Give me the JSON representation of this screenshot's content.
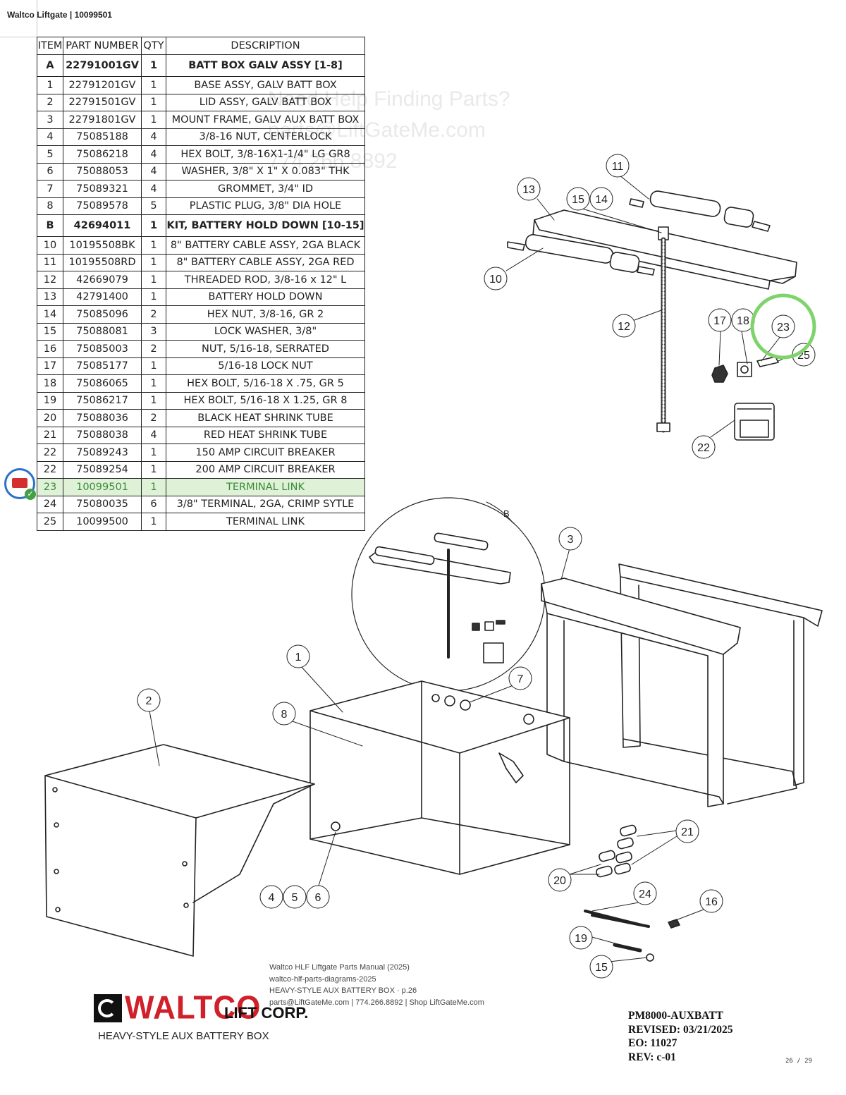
{
  "header": {
    "title": "Waltco Liftgate | 10099501"
  },
  "watermark": [
    "Need Help Finding Parts?",
    "parts@LiftGateMe.com",
    "774.266.8892"
  ],
  "table": {
    "headers": [
      "ITEM",
      "PART NUMBER",
      "QTY",
      "DESCRIPTION"
    ],
    "rows": [
      {
        "item": "A",
        "part": "22791001GV",
        "qty": "1",
        "desc": "BATT BOX GALV ASSY [1-8]",
        "bold": true
      },
      {
        "item": "1",
        "part": "22791201GV",
        "qty": "1",
        "desc": "BASE ASSY, GALV BATT BOX"
      },
      {
        "item": "2",
        "part": "22791501GV",
        "qty": "1",
        "desc": "LID ASSY, GALV BATT BOX"
      },
      {
        "item": "3",
        "part": "22791801GV",
        "qty": "1",
        "desc": "MOUNT FRAME, GALV AUX BATT BOX"
      },
      {
        "item": "4",
        "part": "75085188",
        "qty": "4",
        "desc": "3/8-16 NUT, CENTERLOCK"
      },
      {
        "item": "5",
        "part": "75086218",
        "qty": "4",
        "desc": "HEX BOLT, 3/8-16X1-1/4\" LG GR8"
      },
      {
        "item": "6",
        "part": "75088053",
        "qty": "4",
        "desc": "WASHER, 3/8\" X 1\" X 0.083\" THK"
      },
      {
        "item": "7",
        "part": "75089321",
        "qty": "4",
        "desc": "GROMMET, 3/4\" ID"
      },
      {
        "item": "8",
        "part": "75089578",
        "qty": "5",
        "desc": "PLASTIC PLUG, 3/8\" DIA HOLE"
      },
      {
        "item": "B",
        "part": "42694011",
        "qty": "1",
        "desc": "KIT, BATTERY HOLD DOWN [10-15]",
        "bold": true
      },
      {
        "item": "10",
        "part": "10195508BK",
        "qty": "1",
        "desc": "8\" BATTERY CABLE ASSY, 2GA BLACK"
      },
      {
        "item": "11",
        "part": "10195508RD",
        "qty": "1",
        "desc": "8\" BATTERY CABLE ASSY, 2GA RED"
      },
      {
        "item": "12",
        "part": "42669079",
        "qty": "1",
        "desc": "THREADED ROD, 3/8-16 x 12\" L"
      },
      {
        "item": "13",
        "part": "42791400",
        "qty": "1",
        "desc": "BATTERY HOLD DOWN"
      },
      {
        "item": "14",
        "part": "75085096",
        "qty": "2",
        "desc": "HEX NUT, 3/8-16, GR 2"
      },
      {
        "item": "15",
        "part": "75088081",
        "qty": "3",
        "desc": "LOCK WASHER, 3/8\""
      },
      {
        "item": "16",
        "part": "75085003",
        "qty": "2",
        "desc": "NUT, 5/16-18, SERRATED"
      },
      {
        "item": "17",
        "part": "75085177",
        "qty": "1",
        "desc": "5/16-18 LOCK NUT"
      },
      {
        "item": "18",
        "part": "75086065",
        "qty": "1",
        "desc": "HEX BOLT, 5/16-18 X .75, GR 5"
      },
      {
        "item": "19",
        "part": "75086217",
        "qty": "1",
        "desc": "HEX BOLT, 5/16-18 X 1.25, GR 8"
      },
      {
        "item": "20",
        "part": "75088036",
        "qty": "2",
        "desc": "BLACK HEAT SHRINK TUBE"
      },
      {
        "item": "21",
        "part": "75088038",
        "qty": "4",
        "desc": "RED HEAT SHRINK TUBE"
      },
      {
        "item": "22",
        "part": "75089243",
        "qty": "1",
        "desc": "150 AMP CIRCUIT BREAKER"
      },
      {
        "item": "22",
        "part": "75089254",
        "qty": "1",
        "desc": "200 AMP CIRCUIT BREAKER"
      },
      {
        "item": "23",
        "part": "10099501",
        "qty": "1",
        "desc": "TERMINAL LINK",
        "highlight": true
      },
      {
        "item": "24",
        "part": "75080035",
        "qty": "6",
        "desc": "3/8\" TERMINAL, 2GA, CRIMP SYTLE"
      },
      {
        "item": "25",
        "part": "10099500",
        "qty": "1",
        "desc": "TERMINAL LINK"
      }
    ]
  },
  "balloons": [
    "1",
    "2",
    "3",
    "4",
    "5",
    "6",
    "7",
    "8",
    "10",
    "11",
    "12",
    "13",
    "14",
    "15",
    "17",
    "18",
    "23",
    "25",
    "22",
    "21",
    "20",
    "24",
    "16",
    "19",
    "15"
  ],
  "detail_label": "B",
  "highlight_color": "#7ed46b",
  "footer": {
    "source_lines": [
      "Waltco HLF Liftgate Parts Manual (2025)",
      "waltco-hlf-parts-diagrams-2025",
      "HEAVY-STYLE AUX BATTERY BOX · p.26",
      "parts@LiftGateMe.com | 774.266.8892 | Shop LiftGateMe.com"
    ],
    "brand": "WALTCO",
    "brand_suffix": "LIFT CORP.",
    "caption": "HEAVY-STYLE AUX BATTERY BOX",
    "meta": [
      "PM8000-AUXBATT",
      "REVISED: 03/21/2025",
      "EO: 11027",
      "REV: c-01"
    ],
    "page": "26  /  29"
  }
}
